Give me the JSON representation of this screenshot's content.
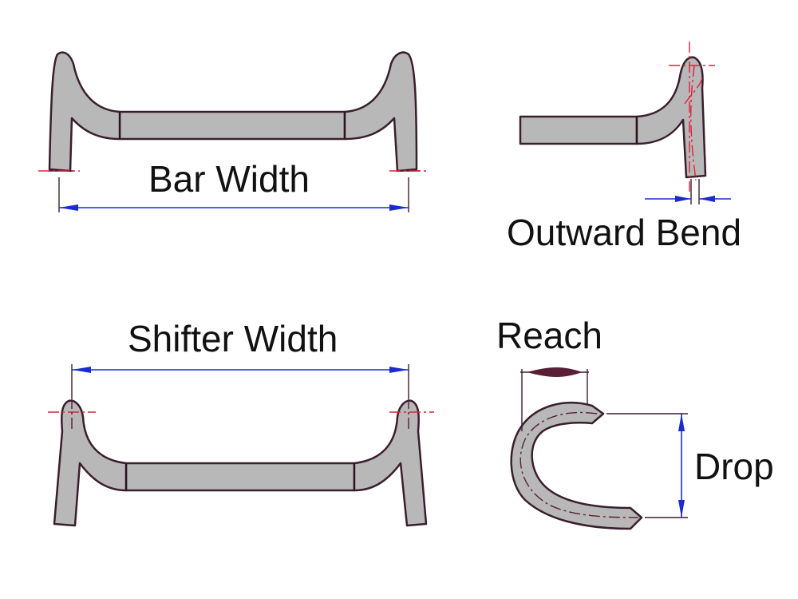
{
  "labels": {
    "bar_width": "Bar Width",
    "outward_bend": "Outward Bend",
    "shifter_width": "Shifter Width",
    "reach": "Reach",
    "drop": "Drop"
  },
  "colors": {
    "tube_fill": "#b8b8b8",
    "tube_outline": "#3a1f2e",
    "dimension_line": "#1a2bd0",
    "centerline": "#e0213a"
  }
}
